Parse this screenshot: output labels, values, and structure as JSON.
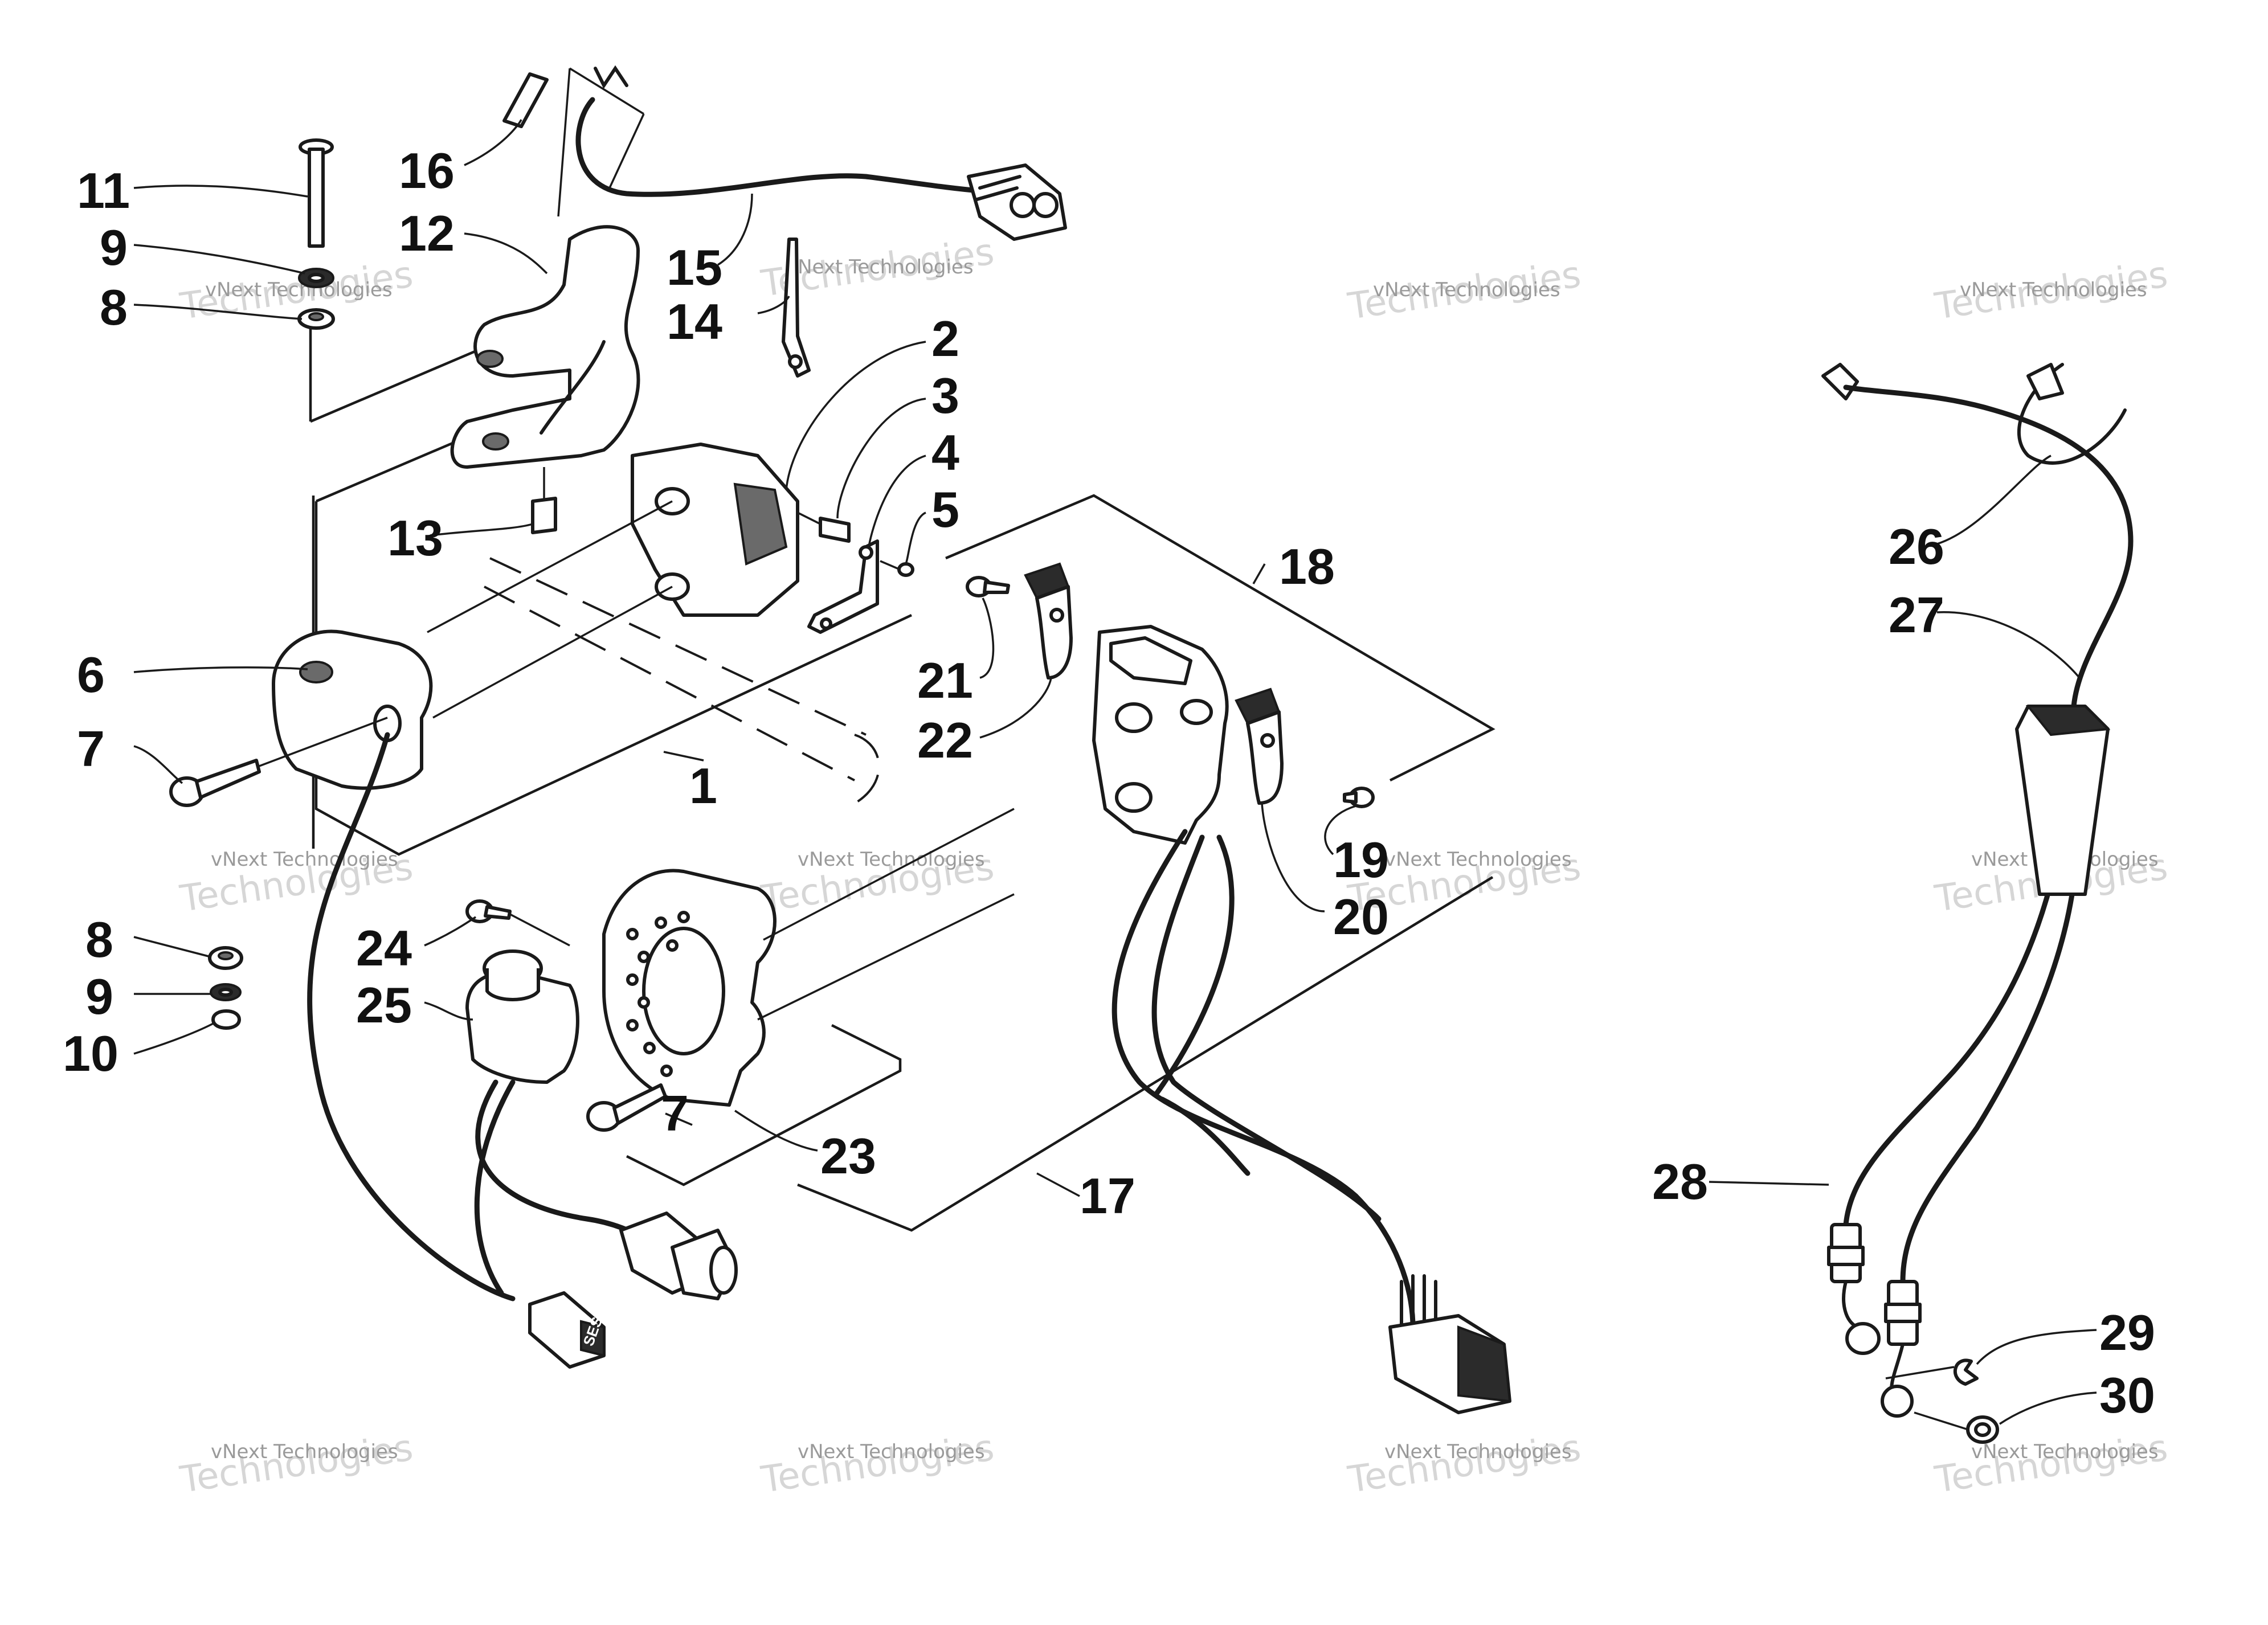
{
  "labels": {
    "l1": "1",
    "l2": "2",
    "l3": "3",
    "l4": "4",
    "l5": "5",
    "l6": "6",
    "l7a": "7",
    "l7b": "7",
    "l8a": "8",
    "l8b": "8",
    "l9a": "9",
    "l9b": "9",
    "l10": "10",
    "l11": "11",
    "l12": "12",
    "l13": "13",
    "l14": "14",
    "l15": "15",
    "l16": "16",
    "l17": "17",
    "l18": "18",
    "l19": "19",
    "l20": "20",
    "l21": "21",
    "l22": "22",
    "l23": "23",
    "l24": "24",
    "l25": "25",
    "l26": "26",
    "l27": "27",
    "l28": "28",
    "l29": "29",
    "l30": "30"
  },
  "watermark": {
    "line1": "vNext Technologies",
    "big": "Technologies",
    "small": "vNext"
  },
  "connector_marking": "SES",
  "colors": {
    "ink": "#1a1a1a",
    "watermark": "#c9c9c9"
  }
}
